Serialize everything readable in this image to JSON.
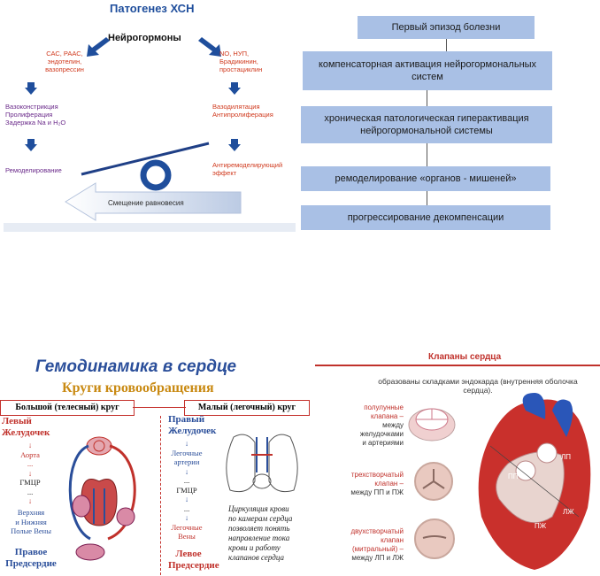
{
  "panel1": {
    "title": "Патогенез ХСН",
    "hub": "Нейрогормоны",
    "left_top": [
      "САС, РААС,",
      "эндотелин,",
      "вазопрессин"
    ],
    "left_mid": [
      "Вазоконстрикция",
      "Пролиферация",
      "Задержка Na и H₂O"
    ],
    "left_bottom": "Ремоделирование",
    "right_top": [
      "NO, НУП,",
      "Брадикинин,",
      "простациклин"
    ],
    "right_mid": [
      "Вазодилятация",
      "Антипролиферация"
    ],
    "right_bottom": [
      "Антиремоделирующий",
      "эффект"
    ],
    "arrow_label": "Смещение равновесия"
  },
  "panel2": {
    "steps": [
      "Первый эпизод болезни",
      "компенсаторная активация нейрогормональных систем",
      "хроническая патологическая гиперактивация нейрогормональной системы",
      "ремоделирование «органов - мишеней»",
      "прогрессирование декомпенсации"
    ]
  },
  "panel3": {
    "title": "Гемодинамика в сердце",
    "subtitle": "Круги кровообращения",
    "big_circle": "Большой (телесный) круг",
    "small_circle": "Малый (легочный) круг",
    "left_col": {
      "top": [
        "Левый",
        "Желудочек"
      ],
      "items": [
        "Аорта",
        "...",
        "ГМЦР",
        "...",
        "Верхняя",
        "и Нижняя",
        "Полые Вены"
      ],
      "bottom": [
        "Правое",
        "Предсердие"
      ]
    },
    "right_col": {
      "top": [
        "Правый",
        "Желудочек"
      ],
      "items": [
        "Легочные",
        "артерии",
        "...",
        "ГМЦР",
        "...",
        "Легочные",
        "Вены"
      ],
      "bottom": [
        "Левое",
        "Предсердие"
      ]
    },
    "caption": [
      "Циркуляция крови",
      "по камерам сердца",
      "позволяет понять",
      "направление тока",
      "крови и работу",
      "клапанов сердца"
    ]
  },
  "panel4": {
    "title": "Клапаны сердца",
    "subtitle": [
      "образованы складками эндокарда (внутренняя оболочка",
      "сердца)."
    ],
    "v1": {
      "name": [
        "полулунные",
        "клапана –"
      ],
      "desc": [
        "между",
        "желудочками",
        "и  артериями"
      ]
    },
    "v2": {
      "name": [
        "трехстворчатый",
        "клапан –"
      ],
      "desc": [
        "между ПП и ПЖ"
      ]
    },
    "v3": {
      "name": [
        "двухстворчатый",
        "клапан",
        "(митральный) –"
      ],
      "desc": [
        "между ЛП и ЛЖ"
      ]
    },
    "labels": [
      "ЛП",
      "ПП",
      "ЛЖ",
      "ПЖ"
    ]
  },
  "colors": {
    "blue_box": "#a9c0e5",
    "navy": "#1f4e9c",
    "red": "#c0312b",
    "gold": "#c98a13"
  }
}
